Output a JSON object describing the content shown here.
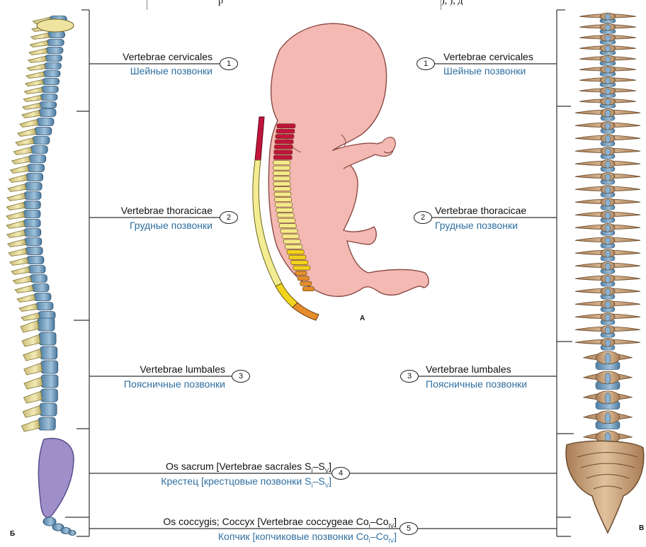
{
  "header": {
    "text_fragment_1": "р",
    "text_fragment_2": "), ), д"
  },
  "figure_letters": {
    "a": "А",
    "b": "Б",
    "v": "В"
  },
  "regions": [
    {
      "number": "1",
      "latin": "Vertebrae cervicales",
      "russian": "Шейные позвонки"
    },
    {
      "number": "2",
      "latin": "Vertebrae thoracicae",
      "russian": "Грудные позвонки"
    },
    {
      "number": "3",
      "latin": "Vertebrae lumbales",
      "russian": "Поясничные позвонки"
    },
    {
      "number": "4",
      "latin": "Os sacrum [Vertebrae sacrales S",
      "latin_sub1": "I",
      "latin_mid": "–S",
      "latin_sub2": "V",
      "latin_end": "]",
      "russian": "Крестец [крестцовые позвонки S",
      "russian_sub1": "I",
      "russian_mid": "–S",
      "russian_sub2": "V",
      "russian_end": "]"
    },
    {
      "number": "5",
      "latin": "Os coccygis; Coccyx [Vertebrae coccygeae Co",
      "latin_sub1": "I",
      "latin_mid": "–Co",
      "latin_sub2": "IV",
      "latin_end": "]",
      "russian": "Копчик [копчиковые позвонки Co",
      "russian_sub1": "I",
      "russian_mid": "–Co",
      "russian_sub2": "IV",
      "russian_end": "]"
    }
  ],
  "colors": {
    "cervical_vertebra": "#f0e6a8",
    "thoracic_vertebra_blue": "#7ea6c4",
    "sacrum": "#9b8cc8",
    "fetus_skin": "#f3b7b0",
    "embryo_cervical": "#c0143c",
    "embryo_thoracic": "#f3ea8a",
    "embryo_lumbar": "#f2d21a",
    "embryo_sacral": "#e08a28",
    "spine_bone": "#c9a27a",
    "disc": "#8fb0cc",
    "label_russian": "#2f6fa0"
  }
}
